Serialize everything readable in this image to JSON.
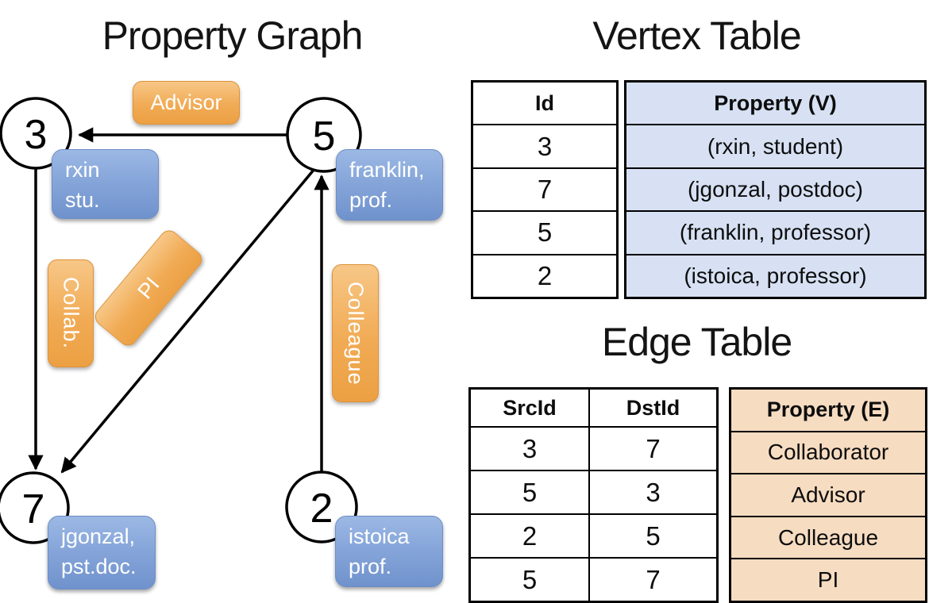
{
  "graph": {
    "title": "Property Graph",
    "nodes": [
      {
        "id": "3",
        "line1": "rxin",
        "line2": "stu."
      },
      {
        "id": "5",
        "line1": "franklin,",
        "line2": "prof."
      },
      {
        "id": "7",
        "line1": "jgonzal,",
        "line2": "pst.doc."
      },
      {
        "id": "2",
        "line1": "istoica",
        "line2": "prof."
      }
    ],
    "edge_labels": {
      "advisor": "Advisor",
      "collab": "Collab.",
      "pi": "PI",
      "colleague": "Colleague"
    }
  },
  "vertex_table": {
    "title": "Vertex Table",
    "col_id": "Id",
    "col_property": "Property (V)",
    "rows": [
      {
        "id": "3",
        "property": "(rxin, student)"
      },
      {
        "id": "7",
        "property": "(jgonzal, postdoc)"
      },
      {
        "id": "5",
        "property": "(franklin, professor)"
      },
      {
        "id": "2",
        "property": "(istoica, professor)"
      }
    ]
  },
  "edge_table": {
    "title": "Edge Table",
    "col_src": "SrcId",
    "col_dst": "DstId",
    "col_property": "Property (E)",
    "rows": [
      {
        "src": "3",
        "dst": "7",
        "property": "Collaborator"
      },
      {
        "src": "5",
        "dst": "3",
        "property": "Advisor"
      },
      {
        "src": "2",
        "dst": "5",
        "property": "Colleague"
      },
      {
        "src": "5",
        "dst": "7",
        "property": "PI"
      }
    ]
  },
  "colors": {
    "vertex_box_blue": "#7f9fd5",
    "edge_box_orange": "#f0a64f",
    "vertex_column_fill": "#d7e1f3",
    "edge_column_fill": "#f6dcc1",
    "line_black": "#000000"
  }
}
